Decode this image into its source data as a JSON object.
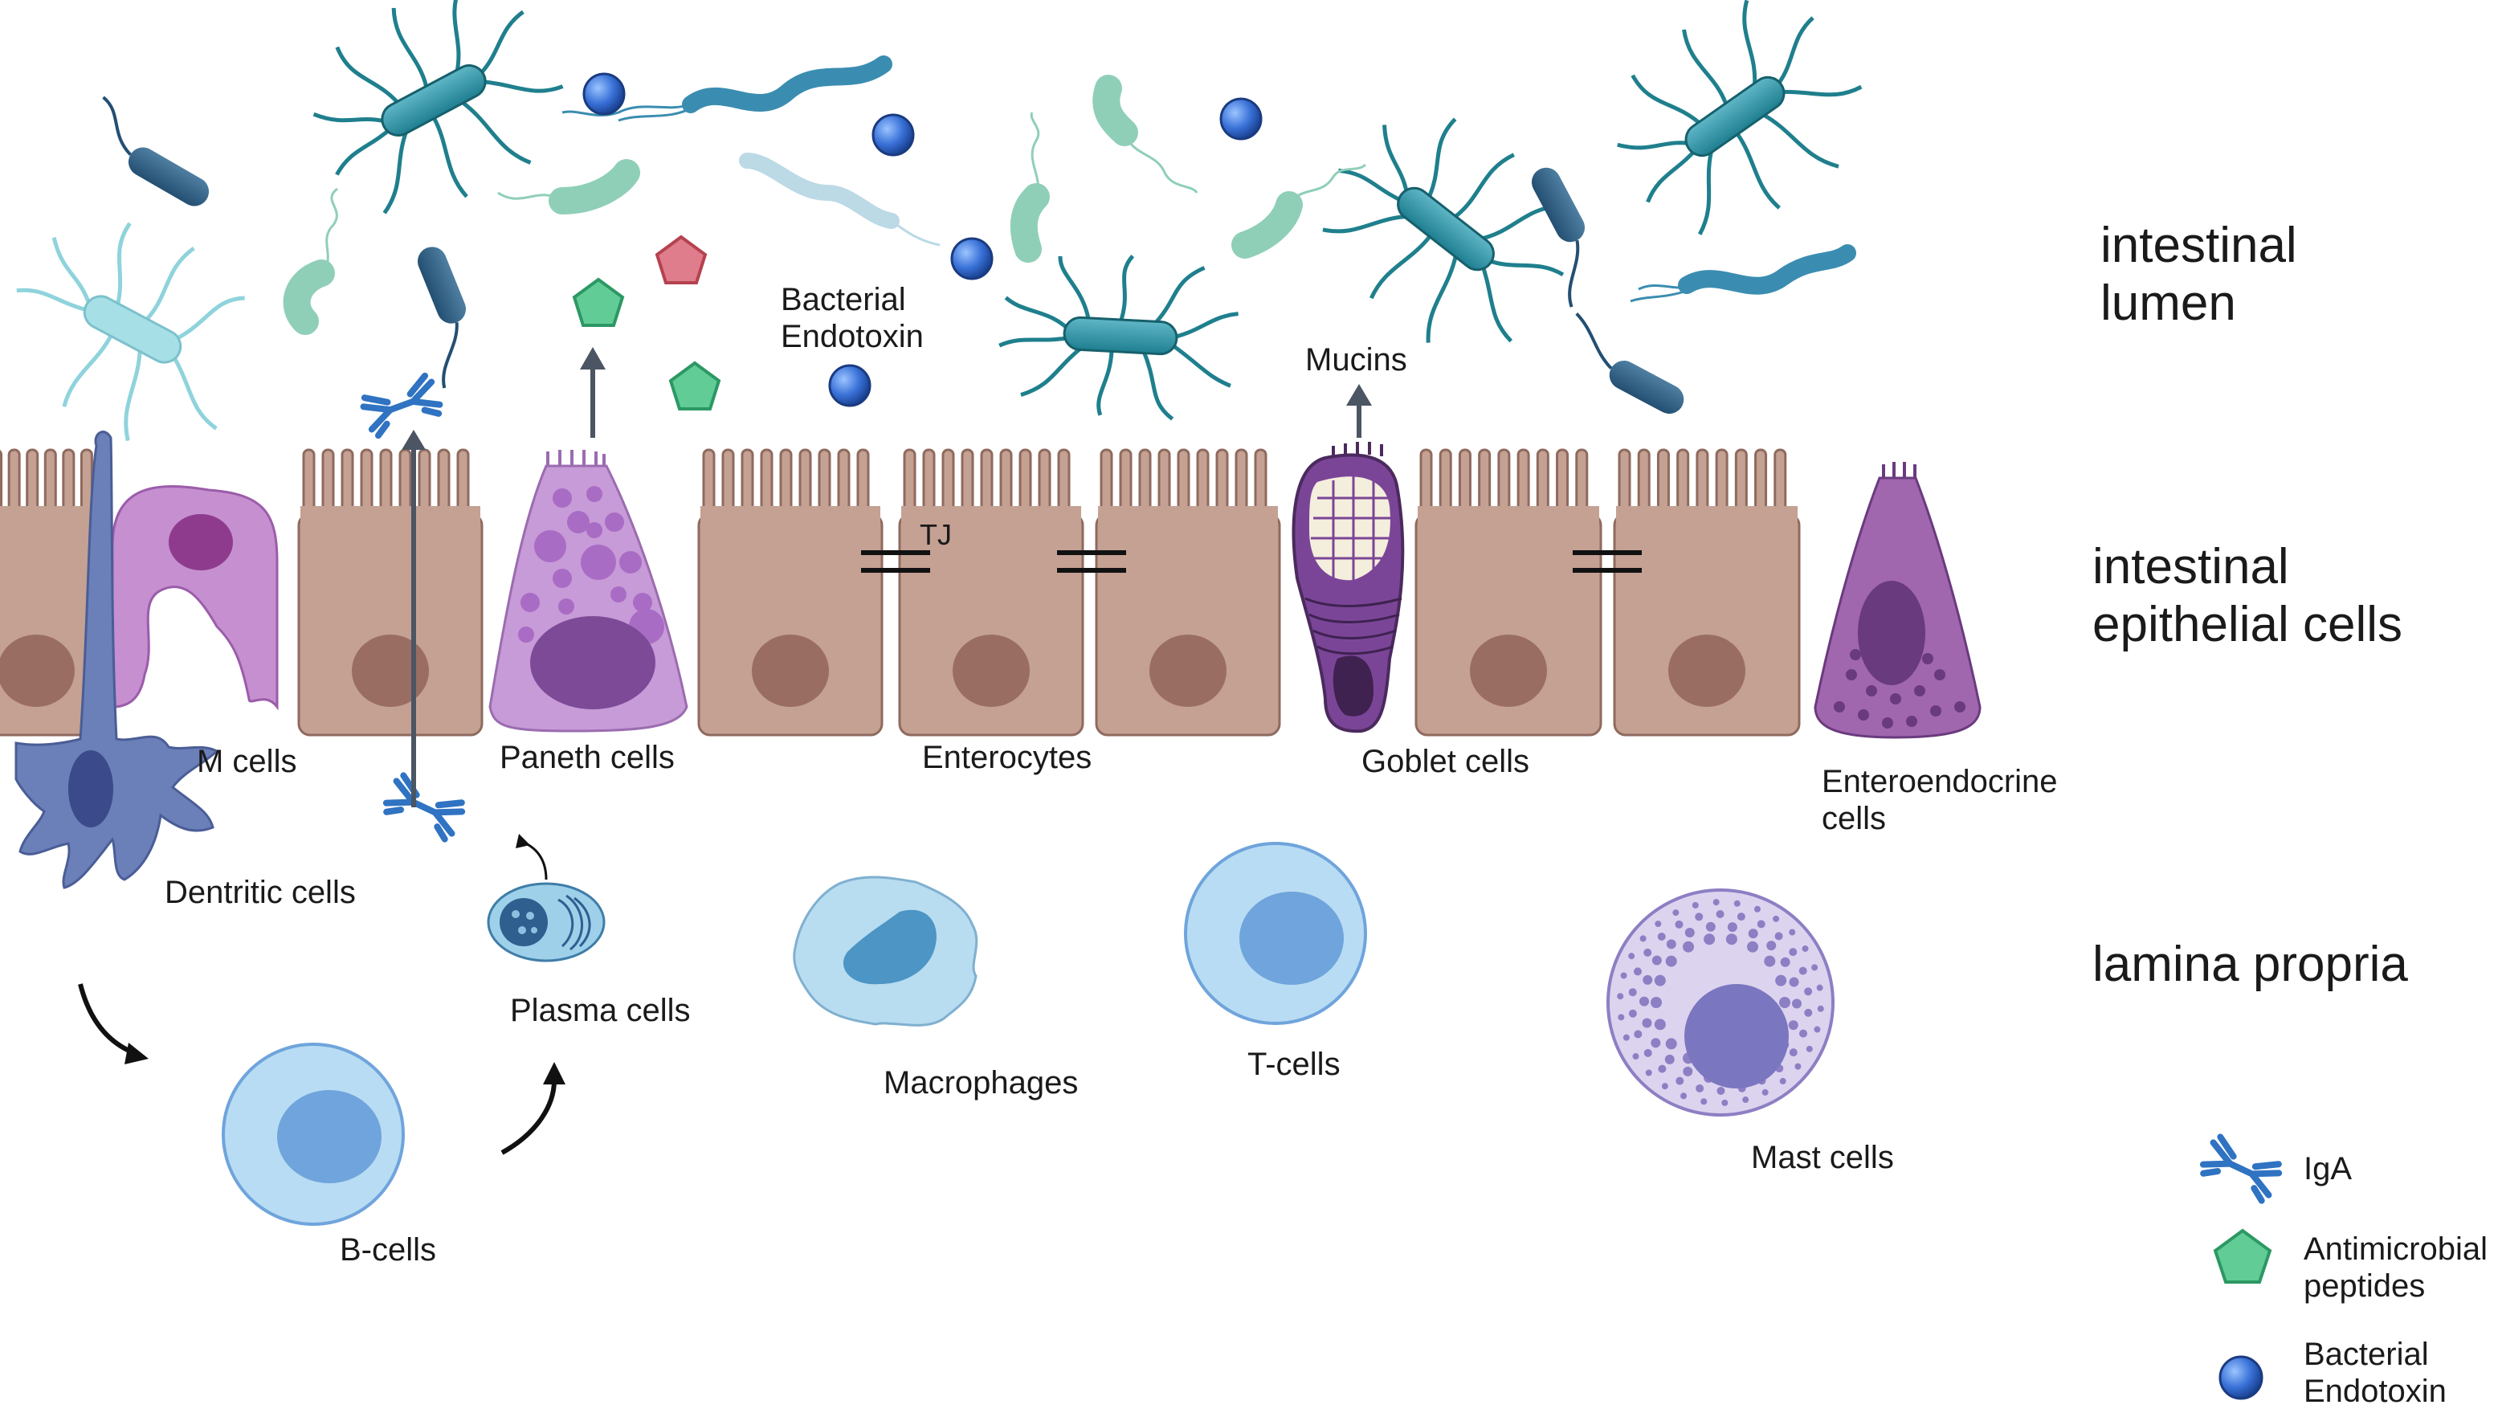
{
  "regions": {
    "lumen": "intestinal\nlumen",
    "epithelium": "intestinal\nepithelial cells",
    "lamina": "lamina propria"
  },
  "cells": {
    "m_cells": "M cells",
    "paneth": "Paneth cells",
    "enterocytes": "Enterocytes",
    "goblet": "Goblet cells",
    "enteroendocrine": "Enteroendocrine\ncells",
    "dendritic": "Dentritic cells",
    "plasma": "Plasma cells",
    "macrophages": "Macrophages",
    "t_cells": "T-cells",
    "b_cells": "B-cells",
    "mast": "Mast cells"
  },
  "annotations": {
    "endotoxin": "Bacterial\nEndotoxin",
    "mucins": "Mucins",
    "tj": "TJ"
  },
  "legend": [
    {
      "icon": "iga-icon",
      "label": "IgA"
    },
    {
      "icon": "amp-pentagon-icon",
      "label": "Antimicrobial\npeptides"
    },
    {
      "icon": "endotoxin-sphere-icon",
      "label": "Bacterial\nEndotoxin"
    }
  ],
  "colors": {
    "enterocyte": "#c4a193",
    "nucleus": "#9a6d63",
    "m_cell": "#c58fd0",
    "paneth": "#c79ad8",
    "goblet": "#6b3a8c",
    "dendritic": "#6b7fb8",
    "lymphocyte": "#b8dcf3",
    "lymph_nucleus": "#6fa4dc",
    "mast": "#d8d0ec",
    "amp": "#5fc795",
    "endotoxin": "#3b6fd0",
    "bacteria": "#2a9aa6"
  }
}
